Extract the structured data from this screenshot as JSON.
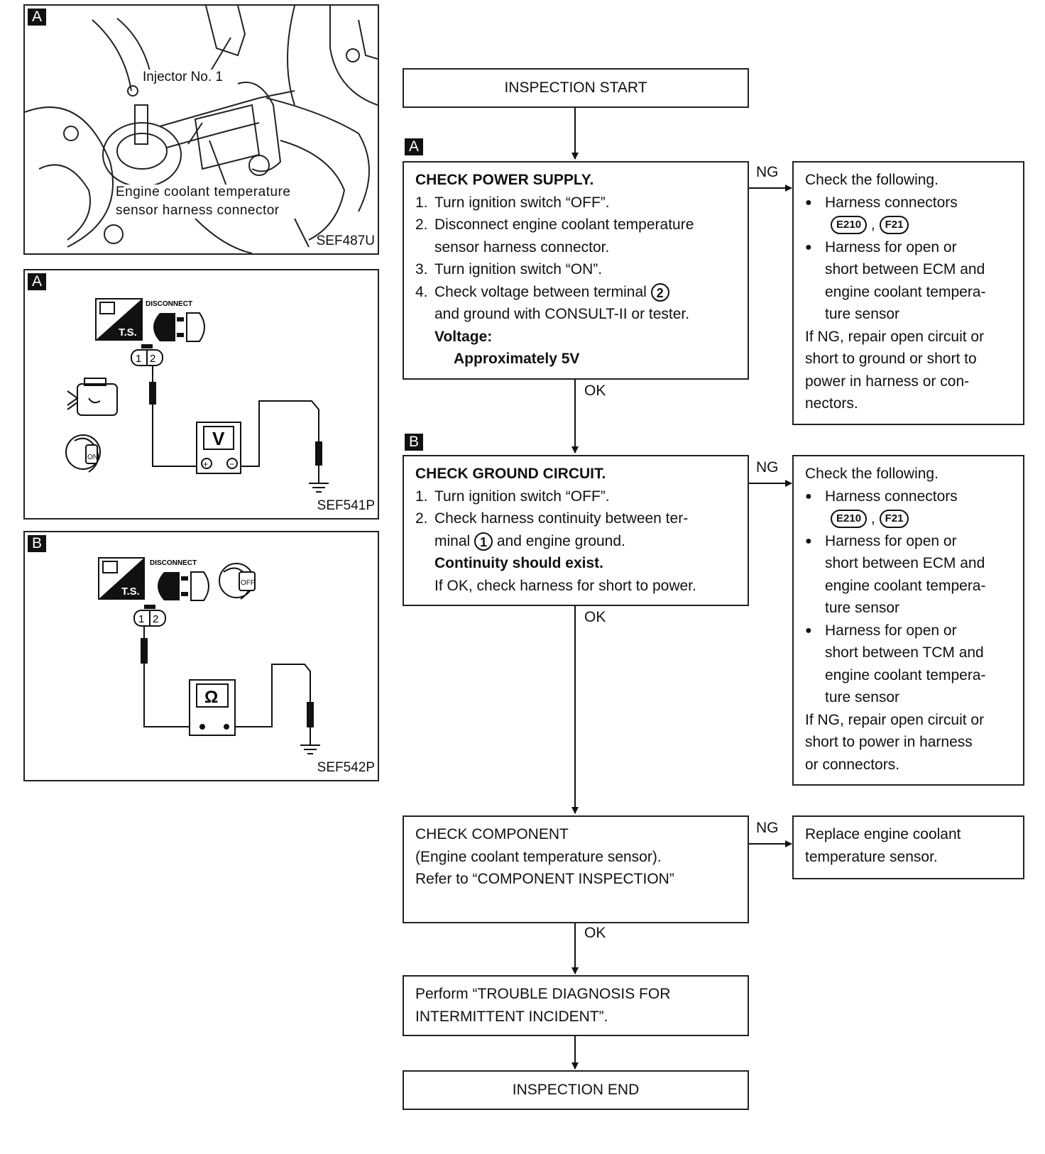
{
  "panel1": {
    "badge": "A",
    "injector_label": "Injector No. 1",
    "sensor_label_line1": "Engine coolant temperature",
    "sensor_label_line2": "sensor harness connector",
    "code": "SEF487U"
  },
  "panel2": {
    "badge": "A",
    "ts": "T.S.",
    "disconnect": "DISCONNECT",
    "pins": "1 2",
    "meter": "V",
    "ignition": "ON",
    "code": "SEF541P"
  },
  "panel3": {
    "badge": "B",
    "ts": "T.S.",
    "disconnect": "DISCONNECT",
    "pins": "1 2",
    "meter": "Ω",
    "ignition": "OFF",
    "code": "SEF542P"
  },
  "flow": {
    "start": "INSPECTION START",
    "end": "INSPECTION END",
    "ng": "NG",
    "ok": "OK",
    "stepA": {
      "badge": "A",
      "title": "CHECK POWER SUPPLY.",
      "items": [
        "Turn ignition switch “OFF”.",
        "Disconnect engine coolant temperature",
        "sensor harness connector.",
        "Turn ignition switch “ON”.",
        "Check voltage between terminal",
        "and ground with CONSULT-II or tester."
      ],
      "nums": [
        "1.",
        "2.",
        "3.",
        "4."
      ],
      "terminal": "2",
      "voltage_label": "Voltage:",
      "voltage_value": "Approximately 5V"
    },
    "stepA_ng": {
      "heading": "Check the following.",
      "b1": "Harness connectors",
      "c1": "E210",
      "c2": "F21",
      "sep": ",",
      "b2_lines": [
        "Harness for open or",
        "short between ECM and",
        "engine coolant tempera-",
        "ture sensor"
      ],
      "tail_lines": [
        "If NG, repair open circuit or",
        "short to ground or short to",
        "power in harness or con-",
        "nectors."
      ]
    },
    "stepB": {
      "badge": "B",
      "title": "CHECK GROUND CIRCUIT.",
      "nums": [
        "1.",
        "2."
      ],
      "i1": "Turn ignition switch “OFF”.",
      "i2a": "Check harness continuity between ter-",
      "i2b_pre": "minal",
      "terminal": "1",
      "i2b_post": "and engine ground.",
      "cont": "Continuity should exist.",
      "ifok": "If OK, check harness for short to power."
    },
    "stepB_ng": {
      "heading": "Check the following.",
      "b1": "Harness connectors",
      "c1": "E210",
      "c2": "F21",
      "sep": ",",
      "b2_lines": [
        "Harness for open or",
        "short between ECM and",
        "engine coolant tempera-",
        "ture sensor"
      ],
      "b3_lines": [
        "Harness for open or",
        "short between TCM and",
        "engine coolant tempera-",
        "ture sensor"
      ],
      "tail_lines": [
        "If NG, repair open circuit or",
        "short to power in harness",
        "or connectors."
      ]
    },
    "component": {
      "lines": [
        "CHECK COMPONENT",
        "(Engine coolant temperature sensor).",
        "Refer to “COMPONENT INSPECTION”"
      ]
    },
    "component_ng": {
      "lines": [
        "Replace engine coolant",
        "temperature sensor."
      ]
    },
    "perform": {
      "lines": [
        "Perform “TROUBLE DIAGNOSIS FOR",
        "INTERMITTENT INCIDENT”."
      ]
    }
  }
}
